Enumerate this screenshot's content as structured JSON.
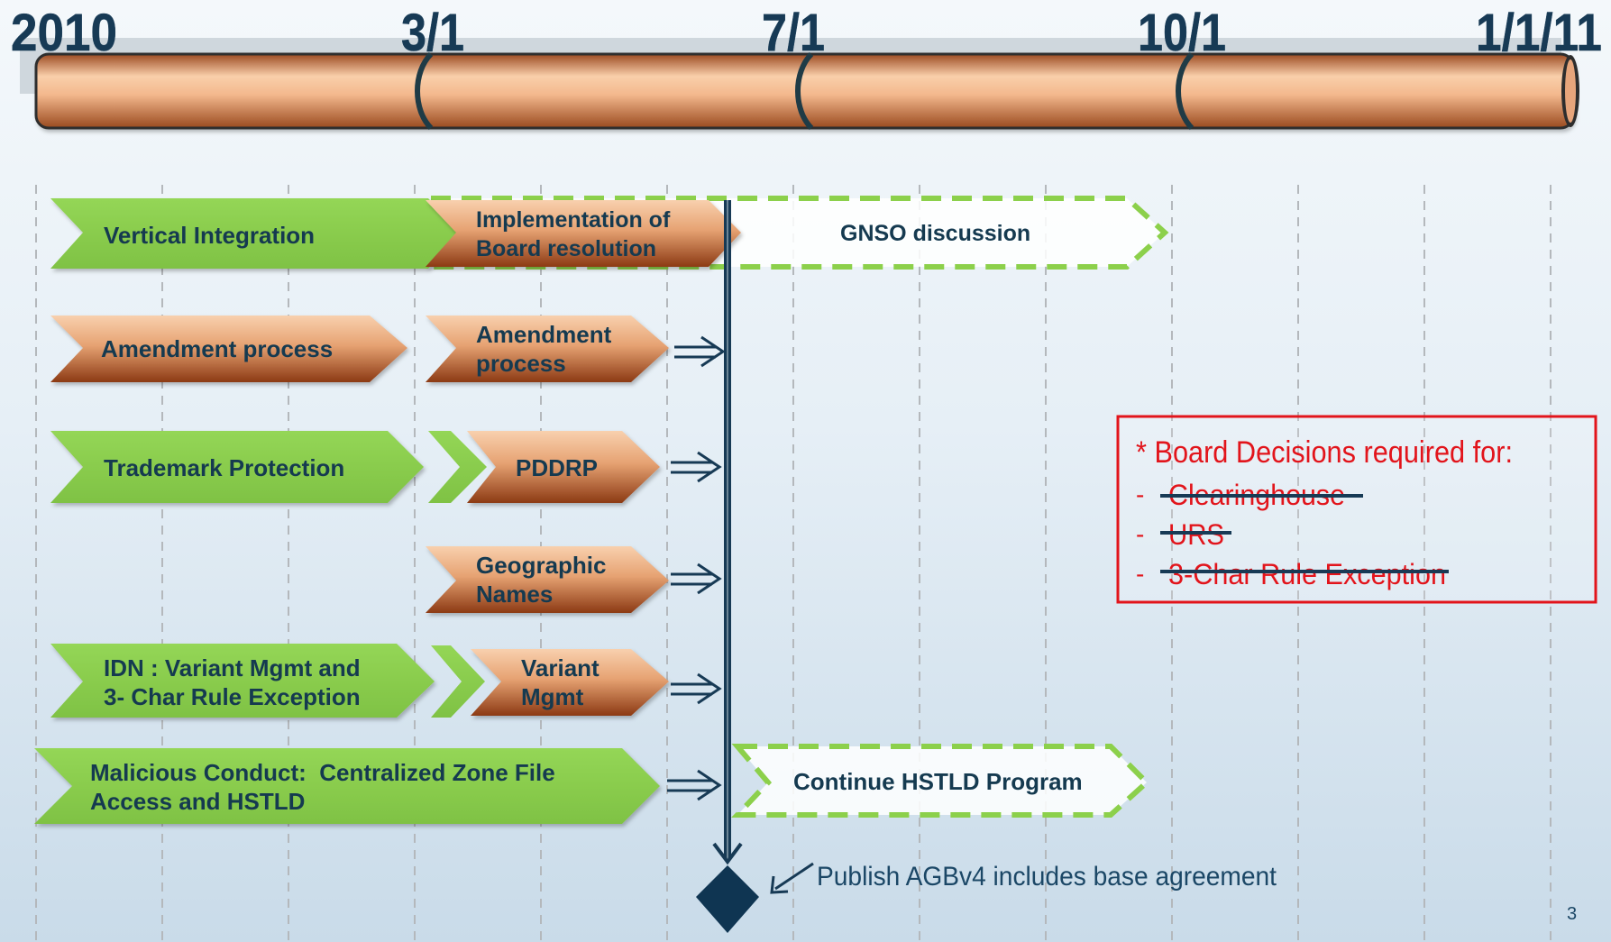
{
  "timeline": {
    "labels": [
      "2010",
      "3/1",
      "7/1",
      "10/1",
      "1/1/11"
    ]
  },
  "tracks": {
    "vertical_integration": {
      "label": "Vertical Integration",
      "step": [
        "Implementation of",
        "Board resolution"
      ],
      "followup": "GNSO discussion"
    },
    "amendment": {
      "label": "Amendment process",
      "step": [
        "Amendment",
        "process"
      ]
    },
    "trademark": {
      "label": "Trademark Protection",
      "step": "PDDRP"
    },
    "geographic": {
      "step": [
        "Geographic",
        "Names"
      ]
    },
    "idn": {
      "label": [
        "IDN : Variant Mgmt and",
        "3- Char Rule Exception"
      ],
      "step": [
        "Variant",
        "Mgmt"
      ]
    },
    "malicious": {
      "label": [
        "Malicious Conduct:  Centralized Zone File",
        "Access and HSTLD"
      ],
      "followup": "Continue HSTLD Program"
    }
  },
  "milestone": {
    "label": "Publish AGBv4 includes base agreement"
  },
  "board_box": {
    "title": "* Board Decisions required for:",
    "items": [
      "Clearinghouse",
      "URS",
      "3-Char Rule Exception"
    ],
    "bullet": "-"
  },
  "page_number": "3",
  "colors": {
    "green": "#8ccf4d",
    "copper_light": "#f6c8a2",
    "copper_dark": "#9a4418",
    "navy": "#173a55",
    "red": "#e2141b"
  }
}
